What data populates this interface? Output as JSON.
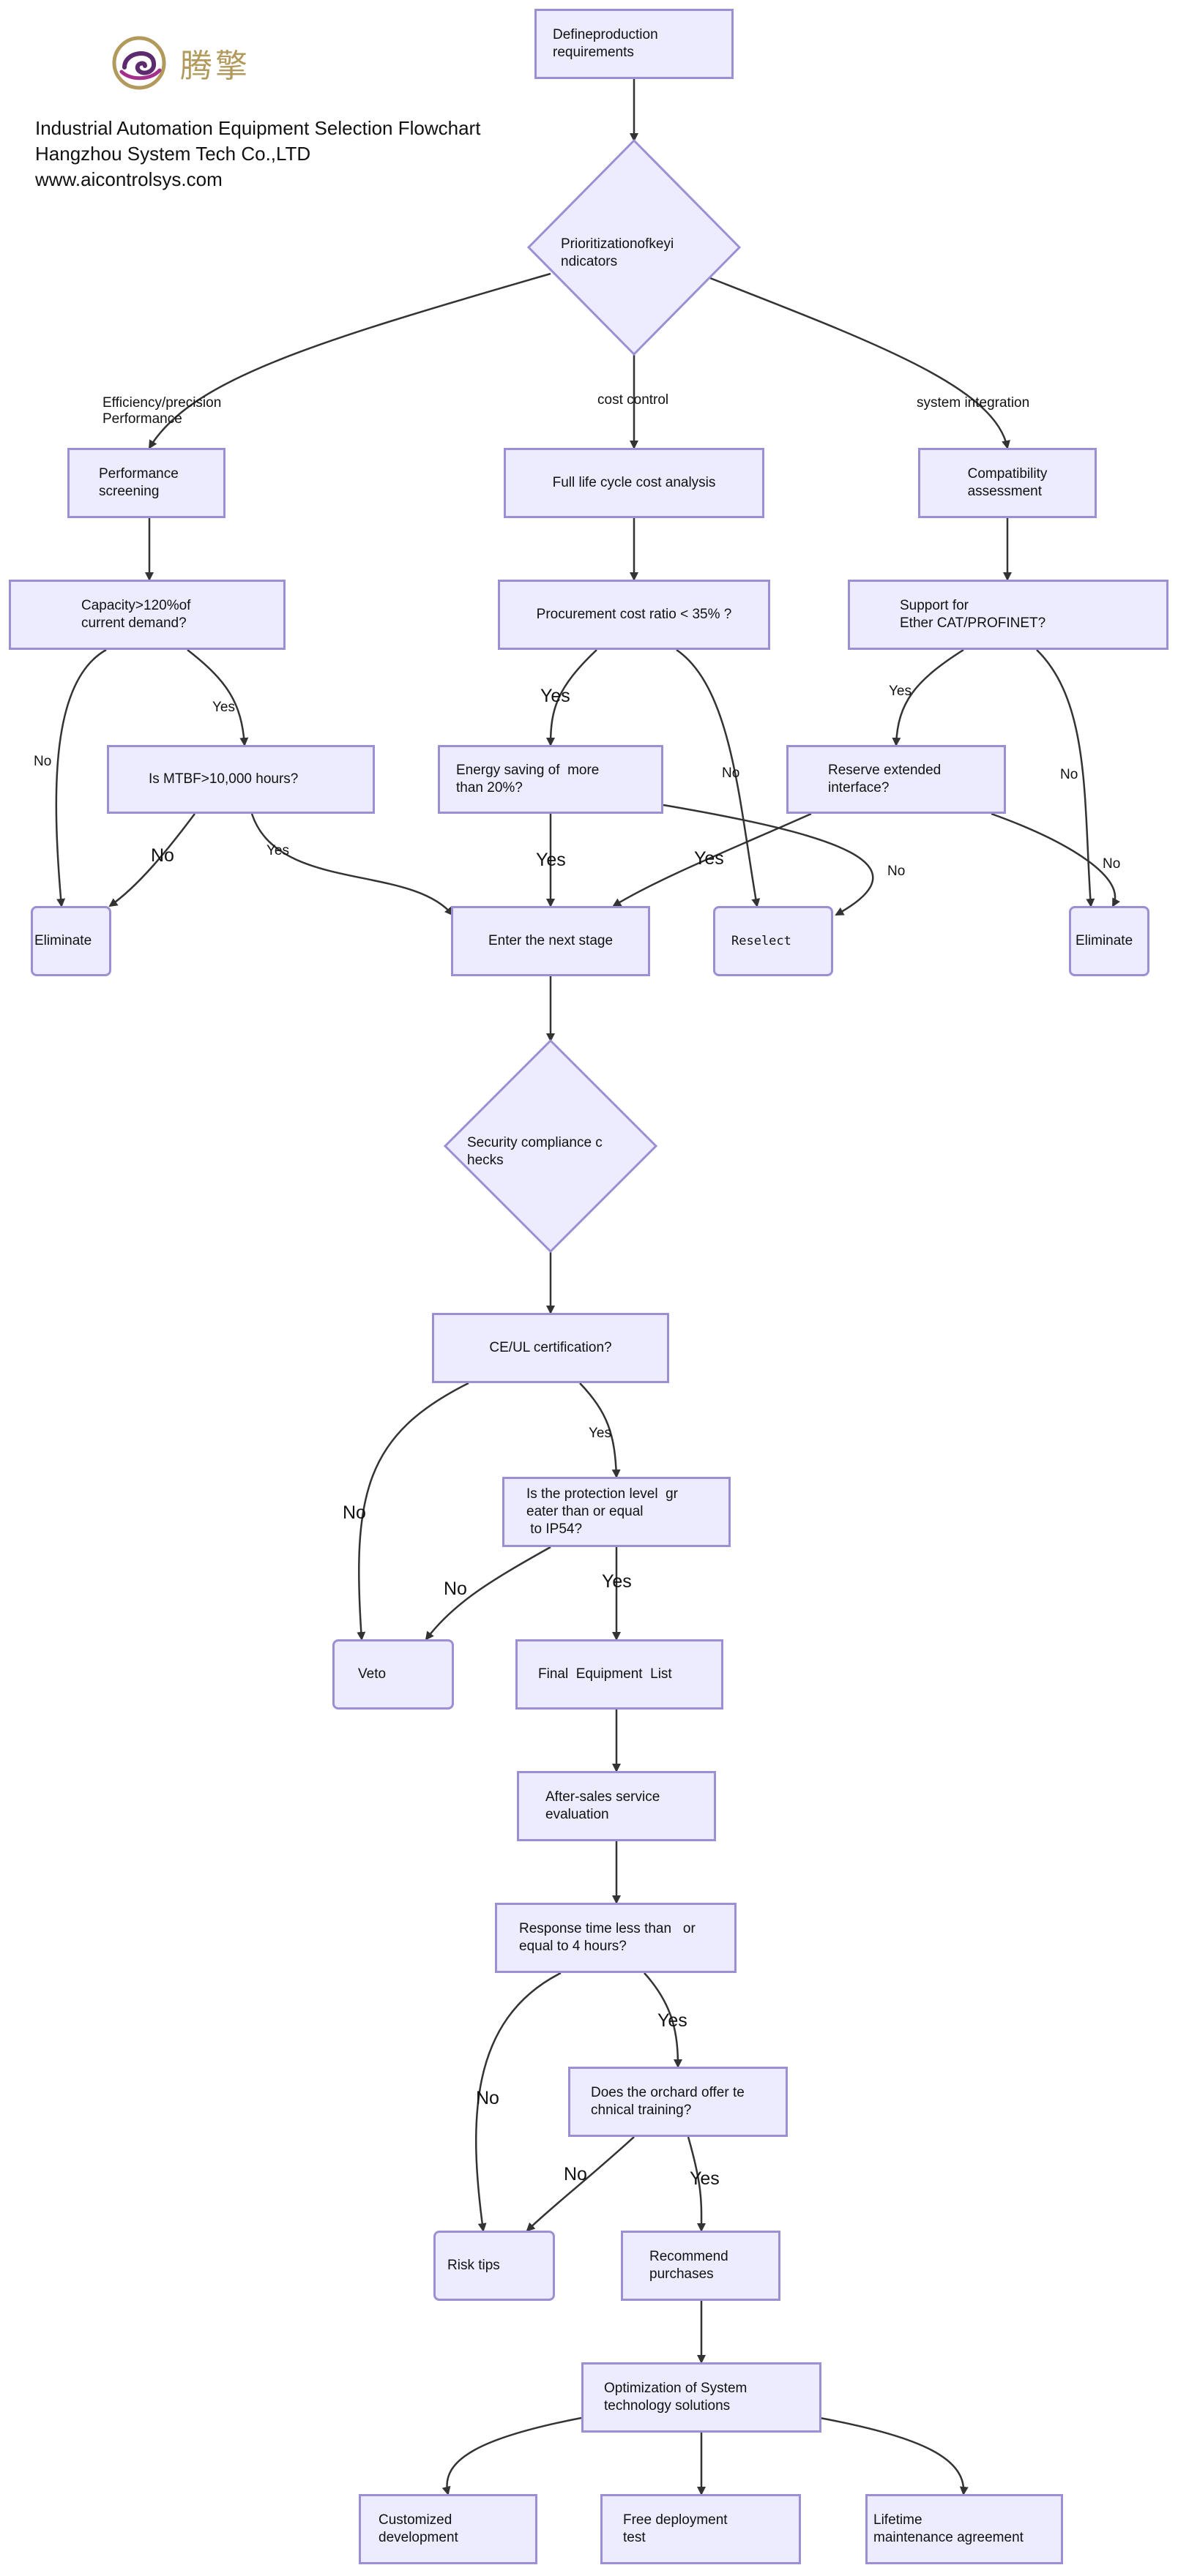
{
  "header": {
    "title": "Industrial Automation Equipment Selection Flowchart",
    "company": "Hangzhou System Tech Co.,LTD",
    "website": "www.aicontrolsys.com",
    "logo_text": "腾擎",
    "colors": {
      "node_fill": "#ececfe",
      "node_border": "#9c8fd4",
      "edge": "#333333"
    }
  },
  "nodes": {
    "define": "Defineproduction\nrequirements",
    "prioritization": "Prioritizationofkeyi\nndicators",
    "performance_screening": "Performance\nscreening",
    "lifecycle_cost": "Full life cycle cost analysis",
    "compatibility": "Compatibility\nassessment",
    "capacity": "Capacity>120%of\ncurrent demand?",
    "procurement_ratio": "Procurement cost ratio < 35% ?",
    "ethercat": "Support for\nEther CAT/PROFINET?",
    "mtbf": "Is MTBF>10,000 hours?",
    "energy_saving": "Energy saving of  more\nthan 20%?",
    "reserve_interface": "Reserve extended\ninterface?",
    "eliminate_left": "Eliminate",
    "next_stage": "Enter the next stage",
    "reselect": "Reselect",
    "eliminate_right": "Eliminate",
    "security": "Security compliance c\nhecks",
    "ce_ul": "CE/UL certification?",
    "ip54": "Is the protection level  gr\neater than or equal\n to IP54?",
    "veto": "Veto",
    "final_list": "Final  Equipment  List",
    "after_sales": "After-sales service\nevaluation",
    "response_time": "Response time less than   or\nequal to 4 hours?",
    "training": "Does the orchard offer te\nchnical training?",
    "risk_tips": "Risk tips",
    "recommend": "Recommend\npurchases",
    "optimization": "Optimization of System\ntechnology solutions",
    "customized": "Customized\ndevelopment",
    "free_deployment": "Free deployment\ntest",
    "lifetime": "Lifetime\nmaintenance agreement"
  },
  "edge_labels": {
    "efficiency": "Efficiency/precision\nPerformance",
    "cost_control": "cost control",
    "system_integration": "system integration",
    "capacity_yes": "Yes",
    "capacity_no": "No",
    "procurement_yes": "Yes",
    "procurement_no": "No",
    "ethercat_yes": "Yes",
    "ethercat_no": "No",
    "mtbf_no": "No",
    "mtbf_yes": "Yes",
    "energy_yes": "Yes",
    "energy_no": "No",
    "reserve_yes": "Yes",
    "reserve_no": "No",
    "ce_yes": "Yes",
    "ce_no": "No",
    "ip_no": "No",
    "ip_yes": "Yes",
    "response_no": "No",
    "response_yes": "Yes",
    "training_no": "No",
    "training_yes": "Yes"
  }
}
